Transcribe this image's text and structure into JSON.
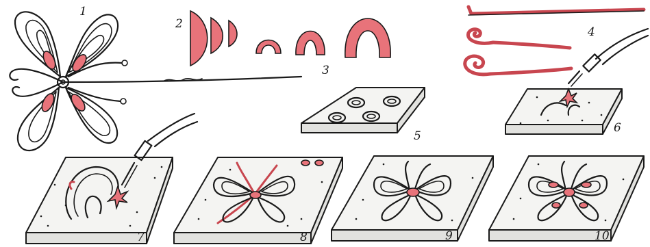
{
  "figure": {
    "colors": {
      "ink": "#1a1a1a",
      "accent": "#e8737a",
      "plate": "#f4f4f2"
    },
    "labels": [
      {
        "id": "1",
        "text": "1"
      },
      {
        "id": "2",
        "text": "2"
      },
      {
        "id": "3",
        "text": "3"
      },
      {
        "id": "4",
        "text": "4"
      },
      {
        "id": "5",
        "text": "5"
      },
      {
        "id": "6",
        "text": "6"
      },
      {
        "id": "7",
        "text": "7"
      },
      {
        "id": "8",
        "text": "8"
      },
      {
        "id": "9",
        "text": "9"
      },
      {
        "id": "10",
        "text": "10"
      }
    ]
  }
}
